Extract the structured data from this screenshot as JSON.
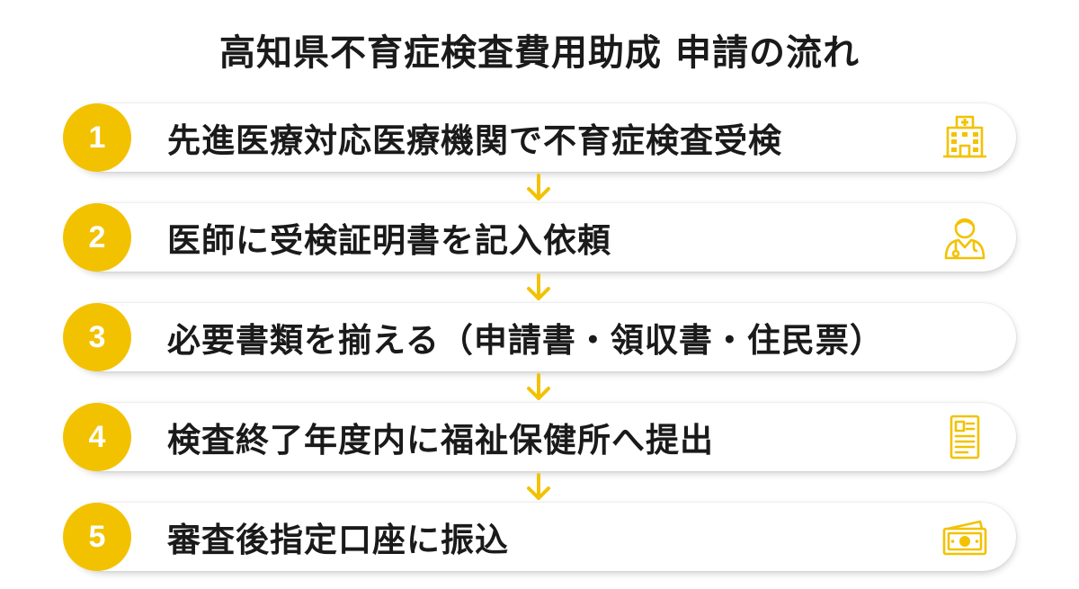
{
  "title": "高知県不育症検査費用助成 申請の流れ",
  "steps": [
    {
      "number": "1",
      "label": "先進医療対応医療機関で不育症検査受検",
      "icon": "hospital-icon"
    },
    {
      "number": "2",
      "label": "医師に受検証明書を記入依頼",
      "icon": "doctor-icon"
    },
    {
      "number": "3",
      "label": "必要書類を揃える（申請書・領収書・住民票）",
      "icon": ""
    },
    {
      "number": "4",
      "label": "検査終了年度内に福祉保健所へ提出",
      "icon": "document-icon"
    },
    {
      "number": "5",
      "label": "審査後指定口座に振込",
      "icon": "money-icon"
    }
  ],
  "colors": {
    "accent": "#f2c200",
    "text": "#1a1a1a",
    "background": "#ffffff"
  }
}
